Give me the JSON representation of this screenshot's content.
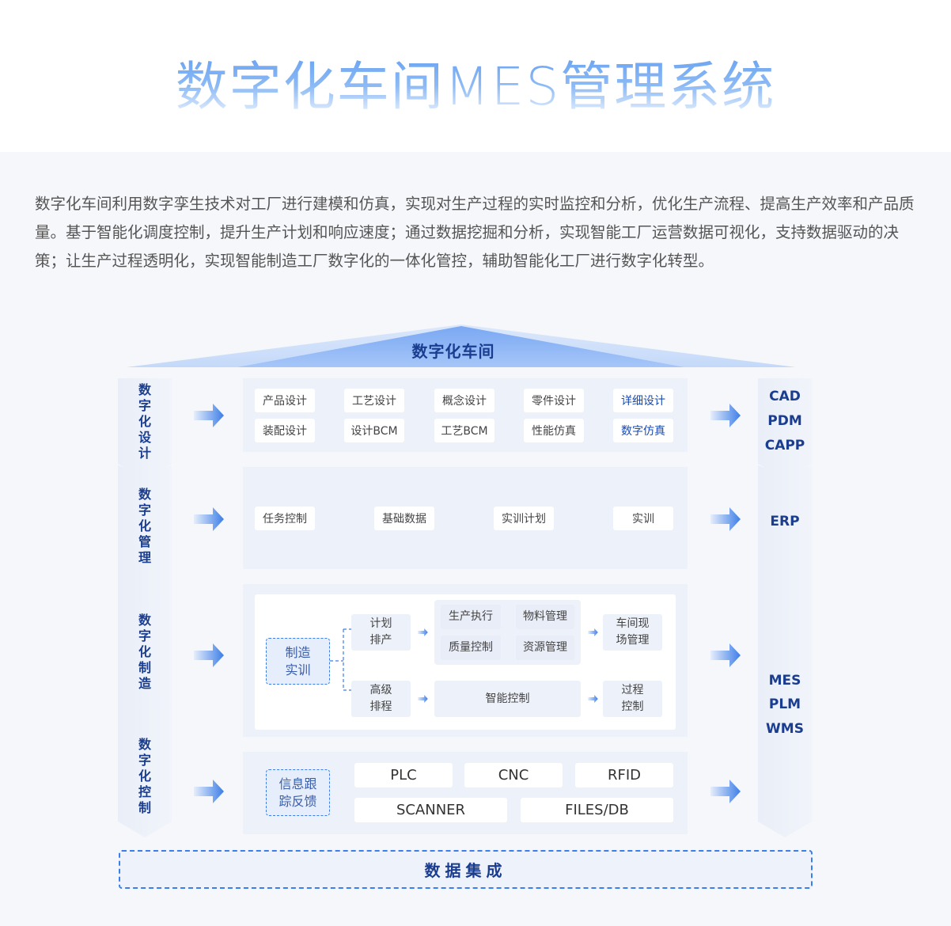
{
  "title": "数字化车间MES管理系统",
  "intro": "数字化车间利用数字孪生技术对工厂进行建模和仿真，实现对生产过程的实时监控和分析，优化生产流程、提高生产效率和产品质量。基于智能化调度控制，提升生产计划和响应速度；通过数据挖掘和分析，实现智能工厂运营数据可视化，支持数据驱动的决策；让生产过程透明化，实现智能制造工厂数字化的一体化管控，辅助智能化工厂进行数字化转型。",
  "roof": "数字化车间",
  "left": [
    "数字化设计",
    "数字化管理",
    "数字化制造",
    "数字化控制"
  ],
  "right": {
    "design": [
      "CAD",
      "PDM",
      "CAPP"
    ],
    "manage": [
      "ERP"
    ],
    "make": [
      "MES",
      "PLM",
      "WMS"
    ]
  },
  "design": [
    "产品设计",
    "工艺设计",
    "概念设计",
    "零件设计",
    "详细设计",
    "装配设计",
    "设计BCM",
    "工艺BCM",
    "性能仿真",
    "数字仿真"
  ],
  "manage": [
    "任务控制",
    "基础数据",
    "实训计划",
    "实训"
  ],
  "make": {
    "root": "制造\n实训",
    "plan": "计划\n排产",
    "adv": "高级\n排程",
    "exec": "生产执行",
    "material": "物料管理",
    "quality": "质量控制",
    "resource": "资源管理",
    "smart": "智能控制",
    "site": "车间现\n场管理",
    "process": "过程\n控制"
  },
  "control": {
    "root": "信息跟\n踪反馈",
    "items": [
      "PLC",
      "CNC",
      "RFID",
      "SCANNER",
      "FILES/DB"
    ]
  },
  "bottom": "数据集成",
  "colors": {
    "accent": "#3d7ee8",
    "dark": "#1a3d8f"
  }
}
